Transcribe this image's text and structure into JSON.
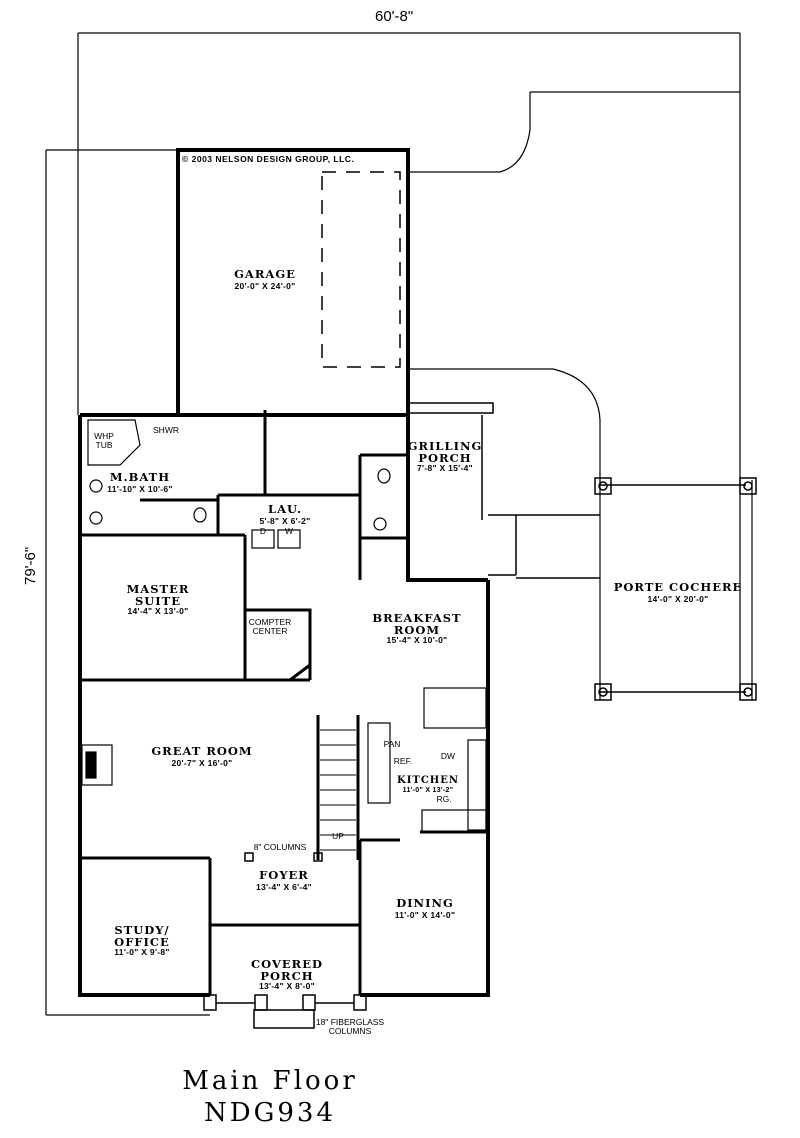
{
  "plan": {
    "title": "Main Floor",
    "plan_number": "NDG934",
    "copyright": "© 2003 NELSON DESIGN GROUP, LLC.",
    "overall_width": "60'-8\"",
    "overall_depth": "79'-6\""
  },
  "rooms": [
    {
      "id": "garage",
      "name": "GARAGE",
      "dims": "20'-0\" X 24'-0\""
    },
    {
      "id": "master-bath",
      "name": "M.BATH",
      "dims": "11'-10\" X 10'-6\""
    },
    {
      "id": "laundry",
      "name": "LAU.",
      "dims": "5'-8\" X 6'-2\""
    },
    {
      "id": "grilling-porch",
      "name": "GRILLING PORCH",
      "line1": "GRILLING",
      "line2": "PORCH",
      "dims": "7'-8\" X 15'-4\""
    },
    {
      "id": "porte-cochere",
      "name": "PORTE COCHERE",
      "dims": "14'-0\" X 20'-0\""
    },
    {
      "id": "master-suite",
      "name": "MASTER SUITE",
      "line1": "MASTER",
      "line2": "SUITE",
      "dims": "14'-4\" X 13'-0\""
    },
    {
      "id": "breakfast-room",
      "name": "BREAKFAST ROOM",
      "line1": "BREAKFAST",
      "line2": "ROOM",
      "dims": "15'-4\" X 10'-0\""
    },
    {
      "id": "great-room",
      "name": "GREAT ROOM",
      "dims": "20'-7\" X 16'-0\""
    },
    {
      "id": "kitchen",
      "name": "KITCHEN",
      "dims": "11'-0\" X 13'-2\""
    },
    {
      "id": "foyer",
      "name": "FOYER",
      "dims": "13'-4\" X 6'-4\""
    },
    {
      "id": "dining",
      "name": "DINING",
      "dims": "11'-0\" X 14'-0\""
    },
    {
      "id": "study-office",
      "name": "STUDY/ OFFICE",
      "line1": "STUDY/",
      "line2": "OFFICE",
      "dims": "11'-0\" X 9'-8\""
    },
    {
      "id": "covered-porch",
      "name": "COVERED PORCH",
      "line1": "COVERED",
      "line2": "PORCH",
      "dims": "13'-4\" X 8'-0\""
    }
  ],
  "fixtures": {
    "whp_tub_1": "WHP",
    "whp_tub_2": "TUB",
    "shower": "SHWR",
    "dryer": "D",
    "washer": "W",
    "computer_center_1": "COMPTER",
    "computer_center_2": "CENTER",
    "pantry": "PAN",
    "refrigerator": "REF.",
    "dishwasher": "DW",
    "range": "RG.",
    "stairs": "UP"
  },
  "annotations": {
    "columns_8": "8\" COLUMNS",
    "fiberglass_1": "18\" FIBERGLASS",
    "fiberglass_2": "COLUMNS"
  }
}
